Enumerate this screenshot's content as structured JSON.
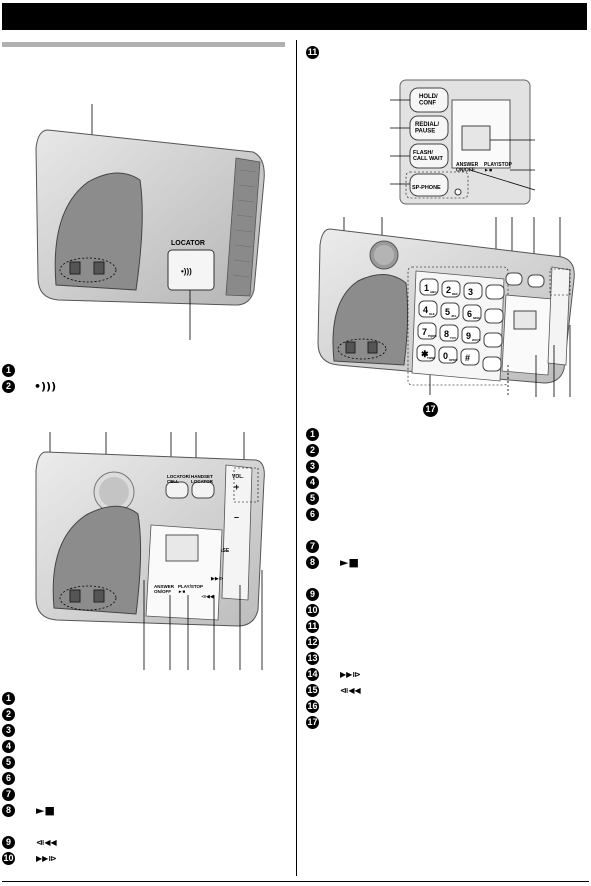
{
  "figure_1": {
    "locator_label": "LOCATOR"
  },
  "figure_2": {
    "locator_cell_label": "LOCATOR/\nCELL",
    "handset_locator_label": "HANDSET\nLOCATOR",
    "vol_label": "VOL.",
    "vol_plus": "+",
    "vol_minus": "–",
    "erase_label": "ERASE",
    "answer_label": "ANSWER\nON/OFF",
    "playstop_label": "PLAY/STOP\n►■"
  },
  "figure_3": {
    "hold_label": "HOLD/\nCONF",
    "redial_label": "REDIAL/\nPAUSE",
    "flash_label": "FLASH/\nCALL WAIT",
    "spphone_label": "SP-PHONE",
    "answer_label": "ANSWER\nON/OFF",
    "playstop_label": "PLAY/STOP\n►■",
    "keypad": [
      "1",
      "2",
      "3",
      "4",
      "5",
      "6",
      "7",
      "8",
      "9",
      "✱",
      "0",
      "#"
    ],
    "keypad_sub": [
      "",
      "ABC",
      "DEF",
      "GHI",
      "JKL",
      "MNO",
      "PQRS",
      "TUV",
      "WXYZ",
      "TONE",
      "OPER",
      ""
    ],
    "top_right_callout": "11"
  },
  "callouts": {
    "left_top": [
      "1",
      "2"
    ],
    "left_bottom": [
      "1",
      "2",
      "3",
      "4",
      "5",
      "6",
      "7",
      "8",
      "9",
      "10"
    ],
    "right": [
      "1",
      "2",
      "3",
      "4",
      "5",
      "6",
      "7",
      "8",
      "9",
      "10",
      "11",
      "12",
      "13",
      "14",
      "15",
      "16",
      "17"
    ],
    "figure_callout": "17"
  },
  "glyphs": {
    "locator_sound": "•)))",
    "play_stop": "►■",
    "skip_back": "⧏◀◀",
    "skip_forward": "▶▶⧐"
  }
}
